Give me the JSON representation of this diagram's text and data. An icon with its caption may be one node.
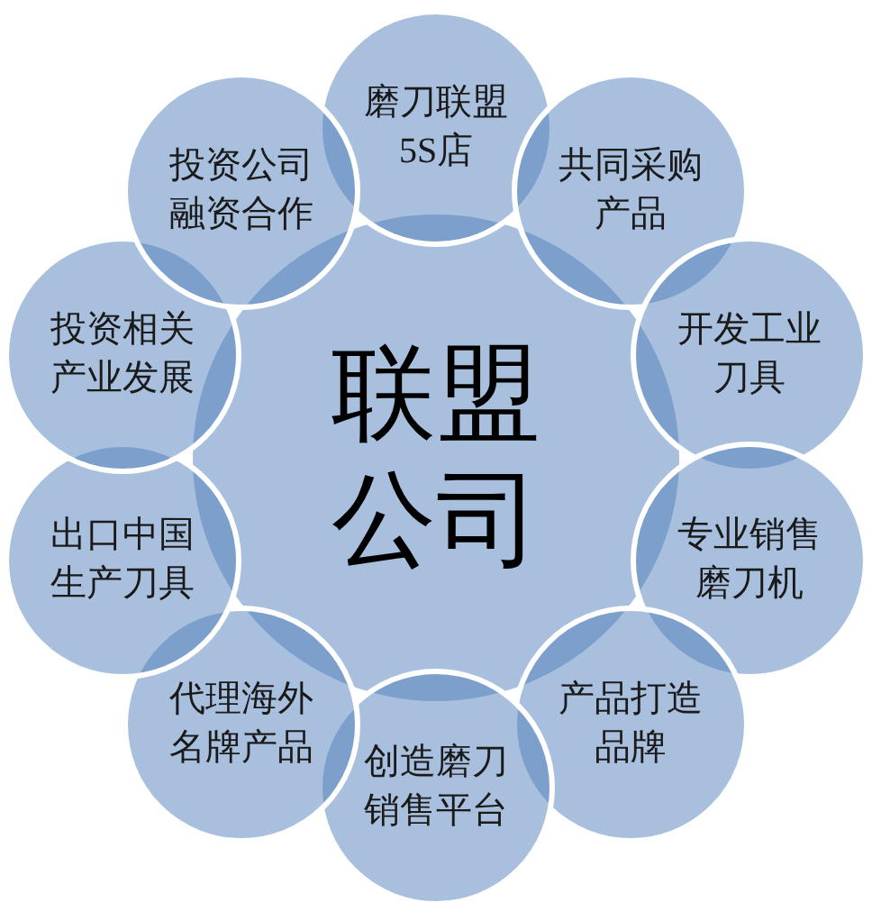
{
  "diagram": {
    "nodes": [
      {
        "text": [
          "联盟公司"
        ]
      },
      {
        "text": [
          "磨刀联盟5S店"
        ]
      },
      {
        "text": [
          "共同采购产品"
        ]
      },
      {
        "text": [
          "开发工业刀具"
        ]
      },
      {
        "text": [
          "专业销售磨刀机"
        ]
      },
      {
        "text": [
          "产品打造品牌"
        ]
      },
      {
        "text": [
          "创造磨刀销售平台"
        ]
      },
      {
        "text": [
          "代理海外名牌产品"
        ]
      },
      {
        "text": [
          "出口中国生产刀具"
        ]
      },
      {
        "text": [
          "投资相关产业发展"
        ]
      },
      {
        "text": [
          "投资公司融资合作"
        ]
      }
    ]
  }
}
